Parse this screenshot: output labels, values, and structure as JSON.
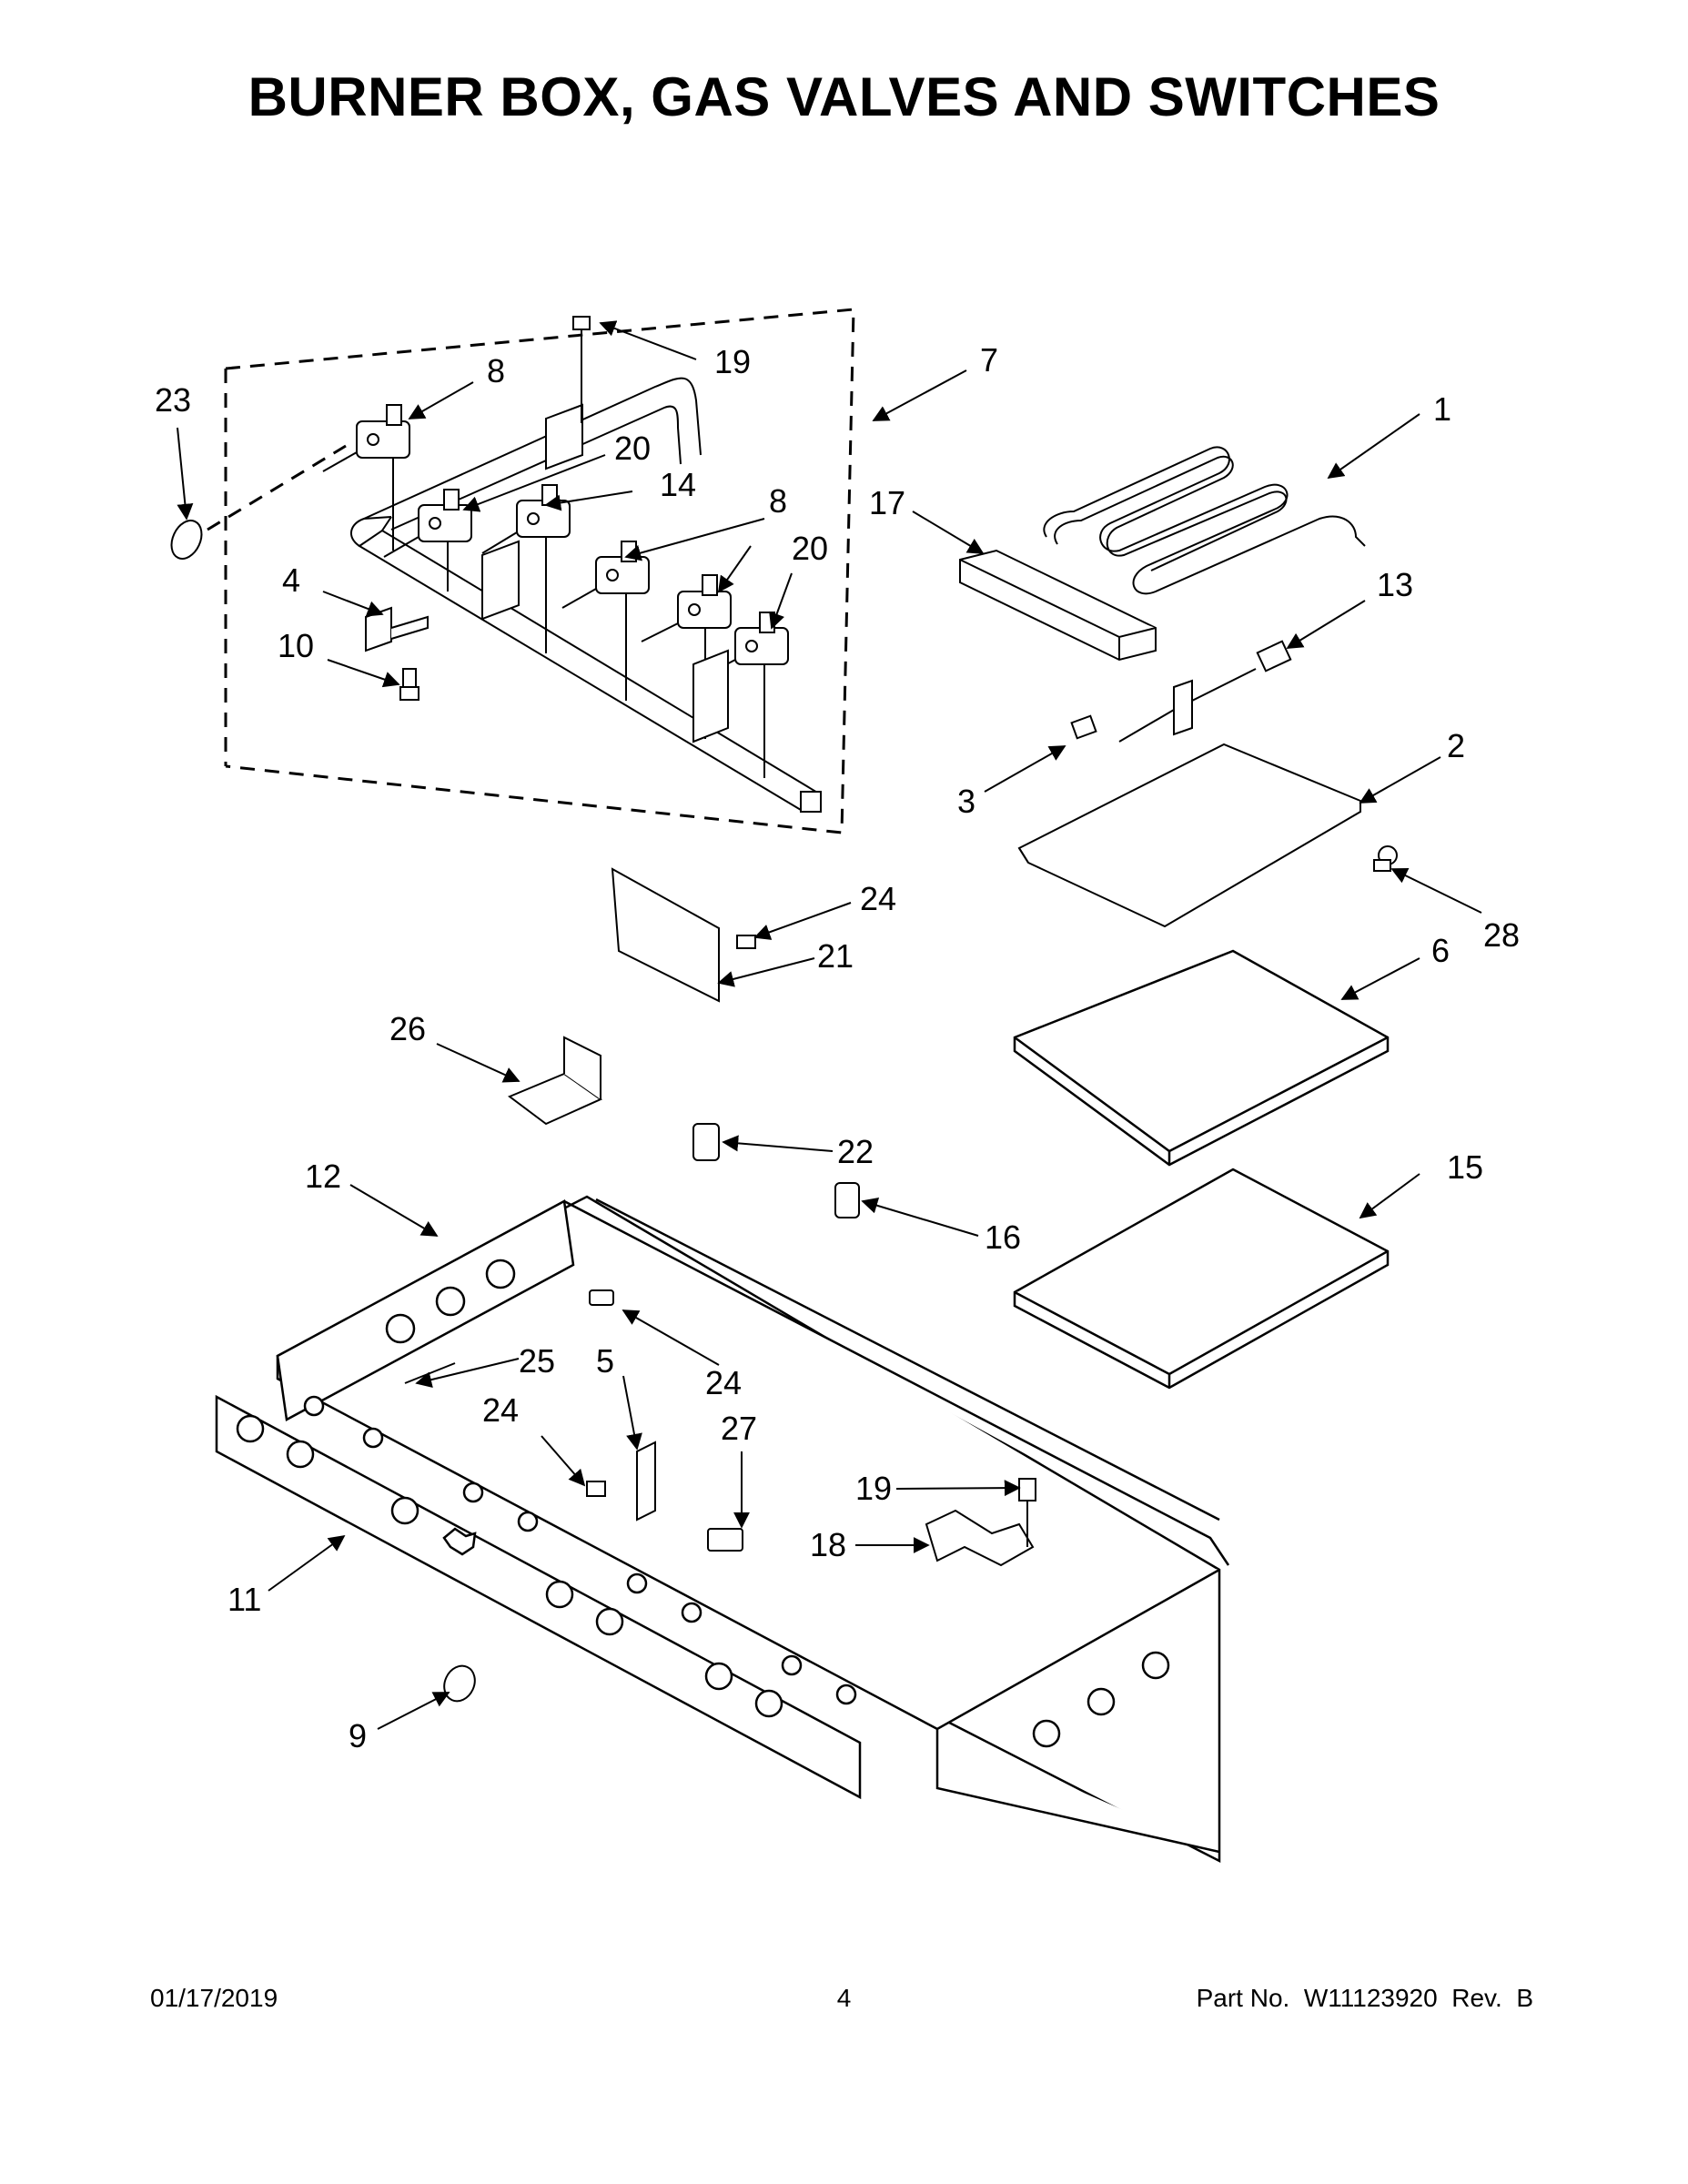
{
  "title": "BURNER BOX, GAS VALVES AND SWITCHES",
  "footer": {
    "date": "01/17/2019",
    "page": "4",
    "part": "Part No.  W11123920  Rev.  B"
  },
  "callouts": [
    {
      "id": "c23",
      "label": "23"
    },
    {
      "id": "c8a",
      "label": "8"
    },
    {
      "id": "c19a",
      "label": "19"
    },
    {
      "id": "c7",
      "label": "7"
    },
    {
      "id": "c1",
      "label": "1"
    },
    {
      "id": "c20a",
      "label": "20"
    },
    {
      "id": "c14",
      "label": "14"
    },
    {
      "id": "c17",
      "label": "17"
    },
    {
      "id": "c8b",
      "label": "8"
    },
    {
      "id": "c20b",
      "label": "20"
    },
    {
      "id": "c4",
      "label": "4"
    },
    {
      "id": "c13",
      "label": "13"
    },
    {
      "id": "c10",
      "label": "10"
    },
    {
      "id": "c2",
      "label": "2"
    },
    {
      "id": "c3",
      "label": "3"
    },
    {
      "id": "c24a",
      "label": "24"
    },
    {
      "id": "c28",
      "label": "28"
    },
    {
      "id": "c21",
      "label": "21"
    },
    {
      "id": "c6",
      "label": "6"
    },
    {
      "id": "c26",
      "label": "26"
    },
    {
      "id": "c22",
      "label": "22"
    },
    {
      "id": "c15",
      "label": "15"
    },
    {
      "id": "c12",
      "label": "12"
    },
    {
      "id": "c16",
      "label": "16"
    },
    {
      "id": "c25",
      "label": "25"
    },
    {
      "id": "c5",
      "label": "5"
    },
    {
      "id": "c24b",
      "label": "24"
    },
    {
      "id": "c24c",
      "label": "24"
    },
    {
      "id": "c27",
      "label": "27"
    },
    {
      "id": "c19b",
      "label": "19"
    },
    {
      "id": "c18",
      "label": "18"
    },
    {
      "id": "c11",
      "label": "11"
    },
    {
      "id": "c9",
      "label": "9"
    }
  ]
}
